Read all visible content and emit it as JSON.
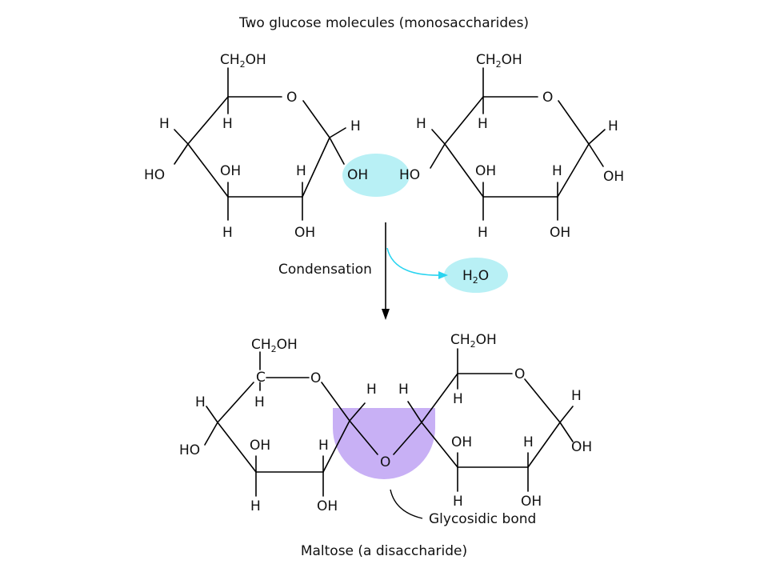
{
  "title": "Two glucose molecules (monosaccharides)",
  "bottom_caption": "Maltose (a disaccharide)",
  "reaction_label": "Condensation",
  "bond_label": "Glycosidic bond",
  "water": {
    "main": "H",
    "sub": "2",
    "tail": "O"
  },
  "ch2oh": {
    "main": "CH",
    "sub": "2",
    "tail": "OH"
  },
  "atoms": {
    "O": "O",
    "H": "H",
    "OH": "OH",
    "HO": "HO",
    "C": "C"
  },
  "colors": {
    "highlight_cyan": "#b8f0f5",
    "arrow_cyan": "#29d4f0",
    "bond_purple": "#c8b0f5",
    "ink": "#000000"
  }
}
